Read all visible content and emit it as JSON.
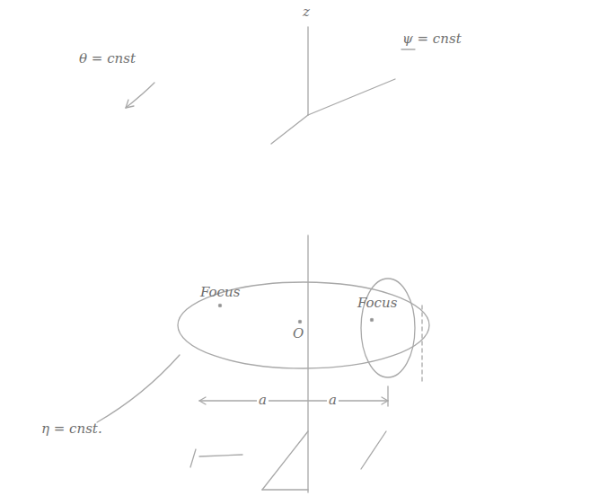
{
  "diagram": {
    "labels": [
      "z",
      "θ = cnst",
      "ψ = cnst",
      "Focus",
      "Focus",
      "O",
      "η = cnst.",
      "a",
      "a"
    ]
  }
}
